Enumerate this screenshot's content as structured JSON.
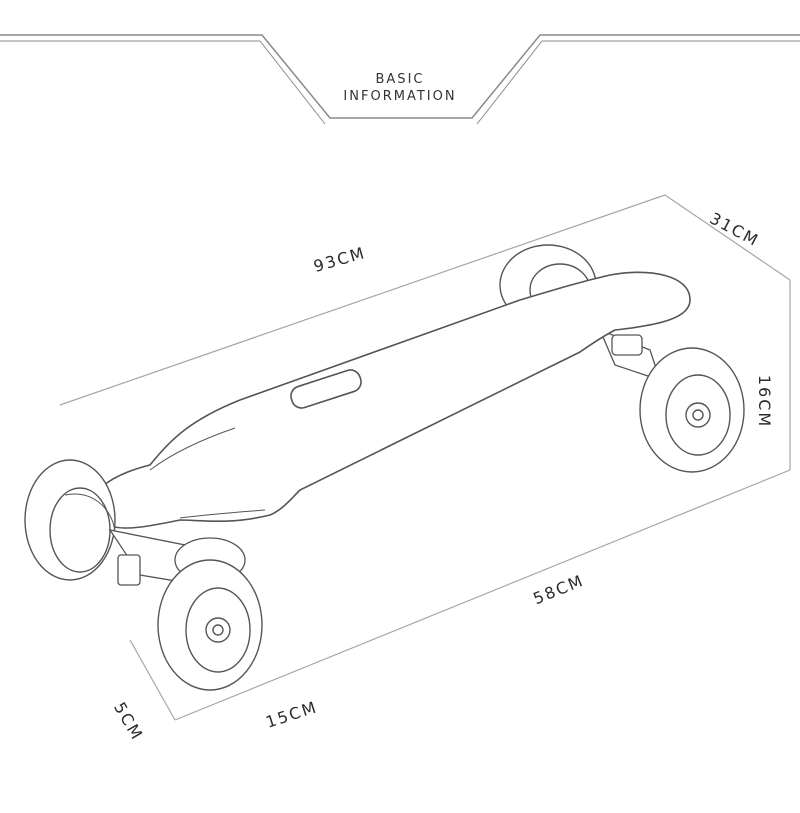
{
  "header": {
    "line1": "BASIC",
    "line2": "INFORMATION"
  },
  "dimensions": {
    "length": "93CM",
    "width": "31CM",
    "height": "16CM",
    "wheelbase": "58CM",
    "truck_width": "15CM",
    "clearance": "5CM"
  },
  "colors": {
    "line": "#9a9a9a",
    "outline": "#555555",
    "text": "#2b2b2b"
  }
}
